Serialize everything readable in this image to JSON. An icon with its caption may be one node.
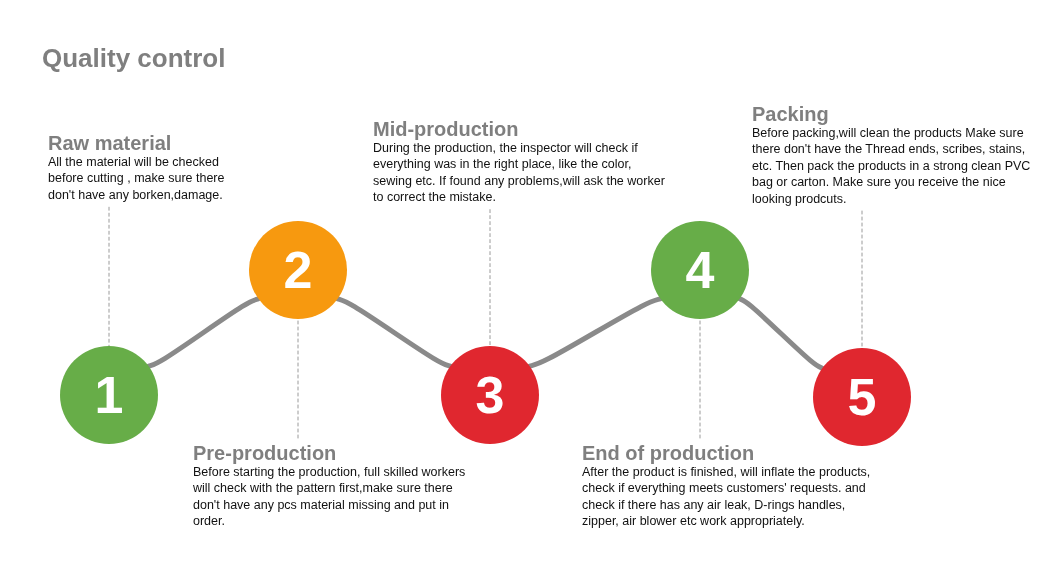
{
  "diagram": {
    "title": "Quality control",
    "nodes": [
      {
        "text": [
          "1"
        ]
      },
      {
        "text": [
          "2"
        ]
      },
      {
        "text": [
          "3"
        ]
      },
      {
        "text": [
          "4"
        ]
      },
      {
        "text": [
          "5"
        ]
      },
      {
        "text": [
          "Raw material",
          "All the material will be checked before cutting , make sure there don't have any borken,damage."
        ]
      },
      {
        "text": [
          "Pre-production",
          "Before starting the production, full skilled workers will check with the pattern first,make sure there don't have any pcs material missing and put in order."
        ]
      },
      {
        "text": [
          "Mid-production",
          "During the production, the inspector will check if everything was in the right place, like the color, sewing etc. If found any problems,will ask the worker to correct the mistake."
        ]
      },
      {
        "text": [
          "End of production",
          "After the product is finished, will inflate the products, check if everything meets customers' requests. and check if there has any air leak, D-rings handles, zipper, air blower etc work appropriately."
        ]
      },
      {
        "text": [
          "Packing",
          "Before packing,will clean the products Make sure there don't have the Thread ends, scribes, stains, etc. Then pack the products in a strong clean PVC bag or carton. Make sure you receive the nice looking prodcuts."
        ]
      }
    ],
    "edges": [
      {
        "from": 0,
        "to": 1,
        "arrow": "none",
        "style": "thick"
      },
      {
        "from": 1,
        "to": 2,
        "arrow": "none",
        "style": "thick"
      },
      {
        "from": 2,
        "to": 3,
        "arrow": "none",
        "style": "thick"
      },
      {
        "from": 3,
        "to": 4,
        "arrow": "none",
        "style": "thick"
      },
      {
        "from": 5,
        "to": 0,
        "arrow": "none",
        "style": "dashed"
      },
      {
        "from": 6,
        "to": 1,
        "arrow": "none",
        "style": "dashed"
      },
      {
        "from": 7,
        "to": 2,
        "arrow": "none",
        "style": "dashed"
      },
      {
        "from": 8,
        "to": 3,
        "arrow": "none",
        "style": "dashed"
      },
      {
        "from": 9,
        "to": 4,
        "arrow": "none",
        "style": "dashed"
      }
    ]
  }
}
